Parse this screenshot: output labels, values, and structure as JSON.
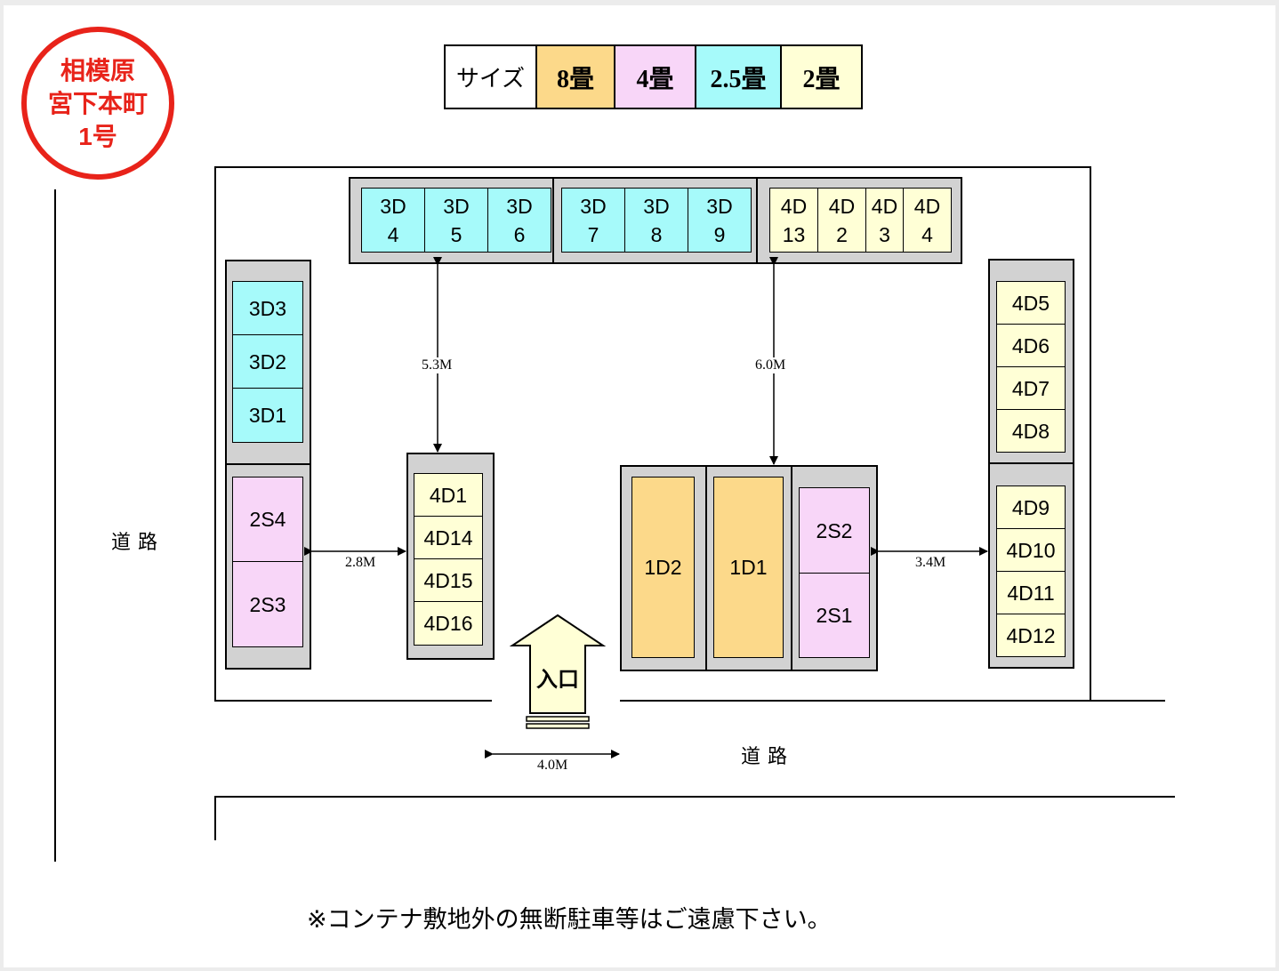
{
  "stamp": {
    "lines": [
      "相模原",
      "宮下本町",
      "1号"
    ],
    "color": "#e8231a"
  },
  "legend": {
    "label": "サイズ",
    "items": [
      {
        "text": "8畳",
        "color": "#fcd98a"
      },
      {
        "text": "4畳",
        "color": "#f8d6f8"
      },
      {
        "text": "2.5畳",
        "color": "#a6fafa"
      },
      {
        "text": "2畳",
        "color": "#ffffd6"
      }
    ]
  },
  "units": {
    "top_row_a": [
      "3D\n4",
      "3D\n5",
      "3D\n6"
    ],
    "top_row_b": [
      "3D\n7",
      "3D\n8",
      "3D\n9"
    ],
    "top_row_c": [
      "4D\n13",
      "4D\n2",
      "4D\n3",
      "4D\n4"
    ],
    "left_top": [
      "3D3",
      "3D2",
      "3D1"
    ],
    "left_bottom": [
      "2S4",
      "2S3"
    ],
    "center_left": [
      "4D1",
      "4D14",
      "4D15",
      "4D16"
    ],
    "center_right_large": [
      "1D2",
      "1D1"
    ],
    "center_right_small": [
      "2S2",
      "2S1"
    ],
    "right_top": [
      "4D5",
      "4D6",
      "4D7",
      "4D8"
    ],
    "right_bottom": [
      "4D9",
      "4D10",
      "4D11",
      "4D12"
    ]
  },
  "dimensions": {
    "d1": "5.3M",
    "d2": "6.0M",
    "d3": "2.8M",
    "d4": "3.4M",
    "d5": "4.0M"
  },
  "entrance": {
    "label": "入口"
  },
  "roads": {
    "left": "道路",
    "bottom": "道路"
  },
  "note": "※コンテナ敷地外の無断駐車等はご遠慮下さい。"
}
